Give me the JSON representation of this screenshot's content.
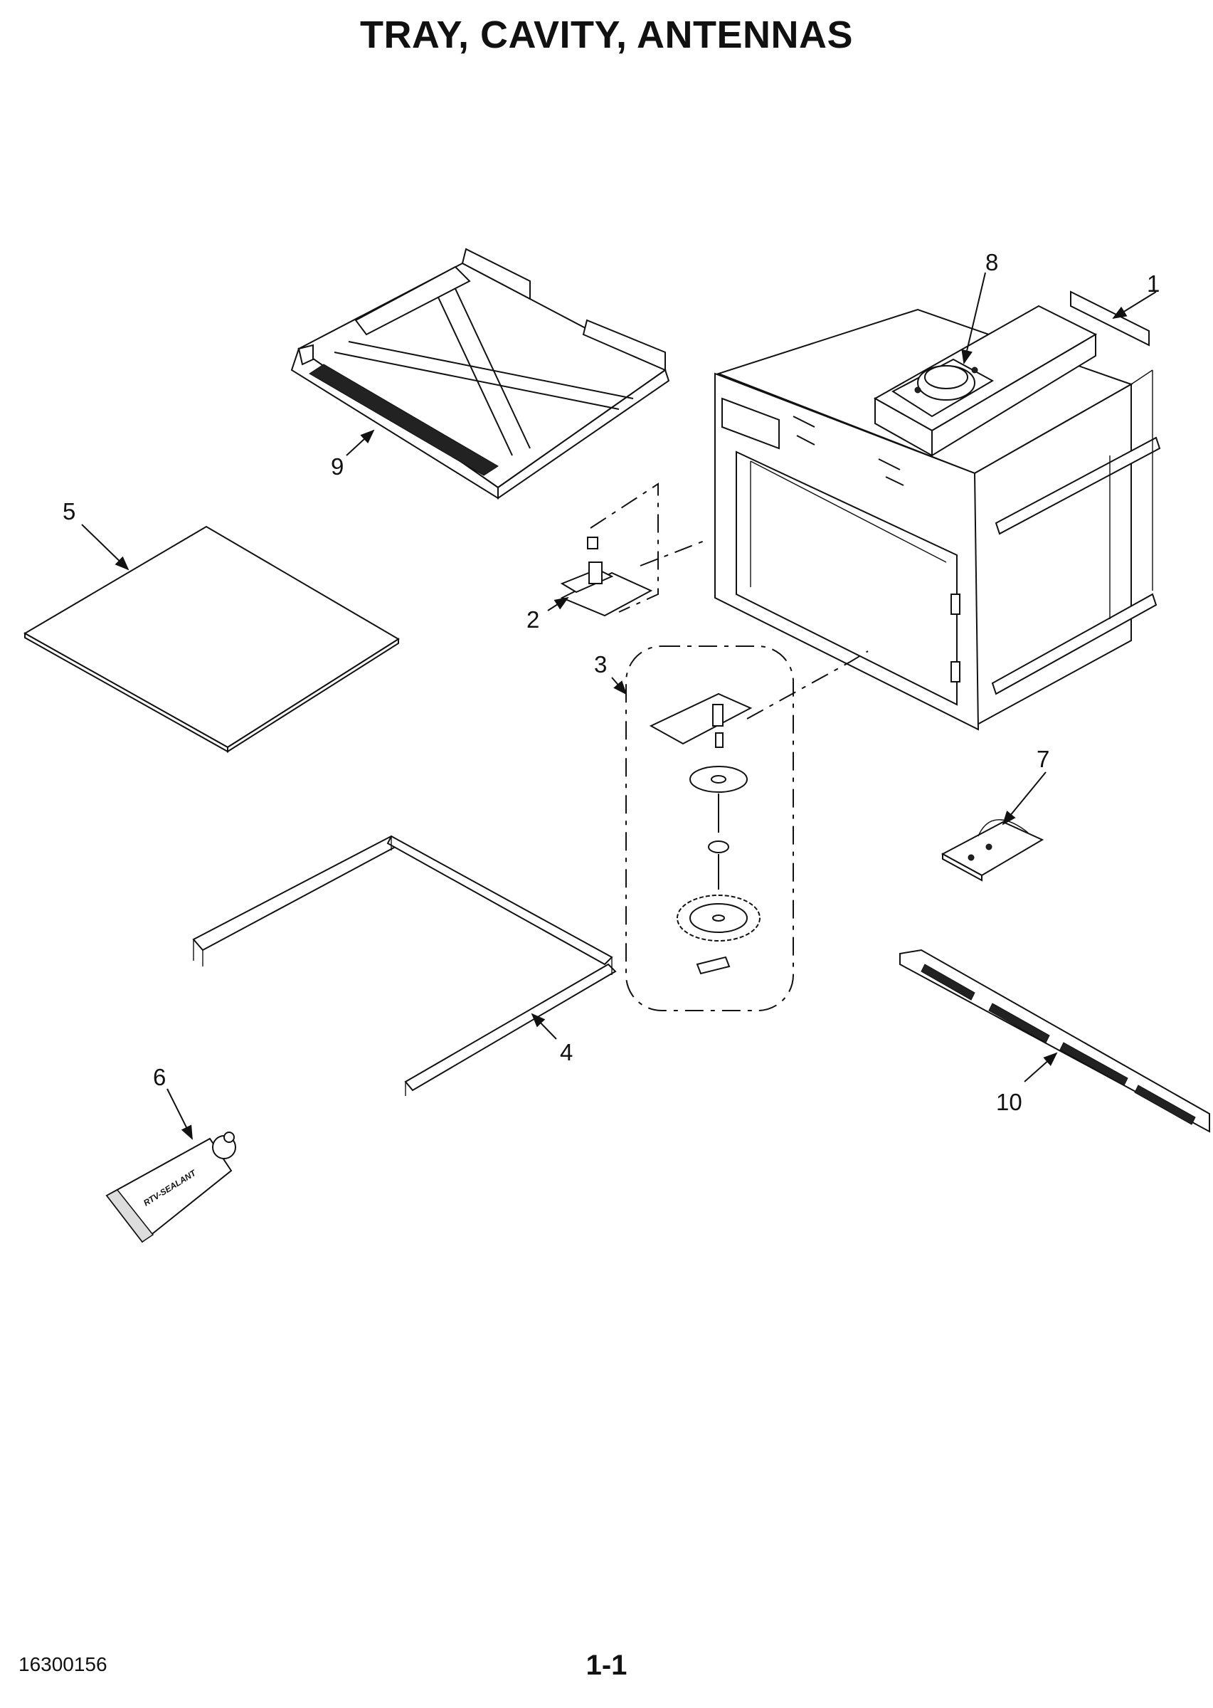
{
  "title": "TRAY, CAVITY, ANTENNAS",
  "footer": {
    "doc_number": "16300156",
    "page_number": "1-1"
  },
  "callouts": {
    "c1": "1",
    "c2": "2",
    "c3": "3",
    "c4": "4",
    "c5": "5",
    "c6": "6",
    "c7": "7",
    "c8": "8",
    "c9": "9",
    "c10": "10"
  },
  "tube_label": "RTV-SEALANT"
}
